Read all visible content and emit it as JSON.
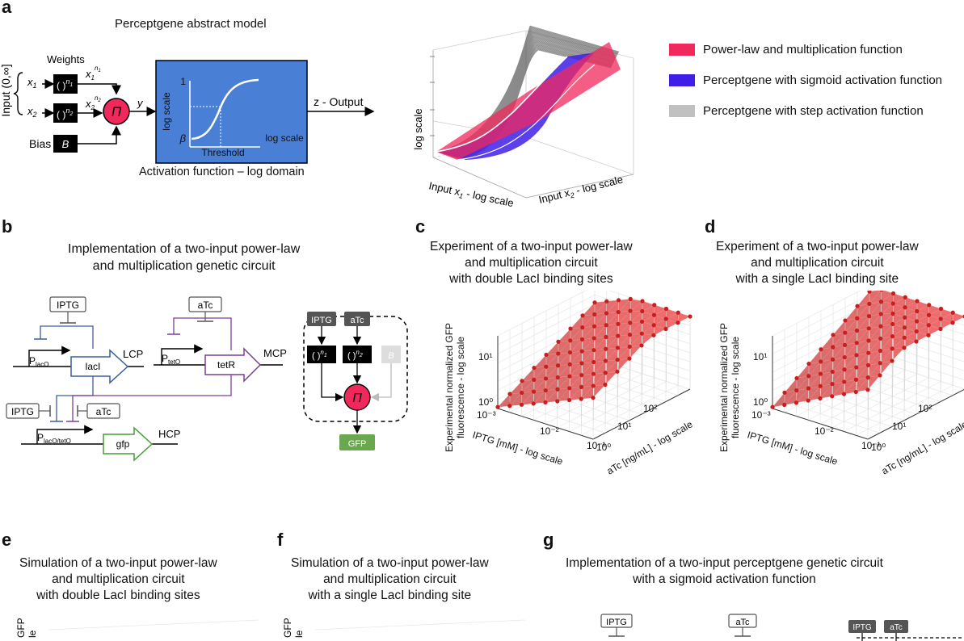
{
  "panels": {
    "a": {
      "label": "a",
      "title": "Perceptgene abstract model",
      "input_label": "Input (0,∞]",
      "weights_label": "Weights",
      "x1": "x",
      "x1_sub": "1",
      "x2": "x",
      "x2_sub": "2",
      "w1_base": "x",
      "w1_sub": "1",
      "w1_exp": "n",
      "w1_exp_sub": "1",
      "w2_base": "x",
      "w2_sub": "2",
      "w2_exp": "n",
      "w2_exp_sub": "2",
      "weight_box_1": "( )",
      "weight_box_1_exp": "n",
      "weight_box_1_sub": "1",
      "weight_box_2": "( )",
      "weight_box_2_exp": "n",
      "weight_box_2_sub": "2",
      "bias_label": "Bias",
      "bias_box": "B",
      "pi_symbol": "Π",
      "y_label": "y",
      "output_label": "z - Output",
      "act_y_top": "1",
      "act_y_axis": "log scale",
      "act_beta": "β",
      "act_threshold": "Threshold",
      "act_x_axis": "log scale",
      "act_caption": "Activation function – log domain",
      "plot_ylabel": "log scale",
      "plot_x1label": "Input x",
      "plot_x1sub": "1",
      "plot_x1rest": " - log scale",
      "plot_x2label": "Input x",
      "plot_x2sub": "2",
      "plot_x2rest": " - log scale",
      "legend": [
        {
          "label": "Power-law and multiplication function",
          "color": "#f0285c"
        },
        {
          "label": "Perceptgene with sigmoid activation function",
          "color": "#3f1ee8"
        },
        {
          "label": "Perceptgene with step activation function",
          "color": "#c0c0c0"
        }
      ]
    },
    "b": {
      "label": "b",
      "title_line1": "Implementation of a two-input power-law",
      "title_line2": "and multiplication genetic circuit",
      "iptg": "IPTG",
      "atc": "aTc",
      "placo": "P",
      "placo_sub": "lacO",
      "ptet": "P",
      "ptet_sub": "tetO",
      "placotet": "P",
      "placotet_sub": "lacO/tetO",
      "laci": "lacI",
      "tetr": "tetR",
      "gfp": "gfp",
      "lcp": "LCP",
      "mcp": "MCP",
      "hcp": "HCP",
      "box_iptg": "IPTG",
      "box_atc": "aTc",
      "box_w1": "( )",
      "box_w1_exp": "n",
      "box_w1_sub": "1",
      "box_w2": "( )",
      "box_w2_exp": "n",
      "box_w2_sub": "2",
      "box_b": "B",
      "box_pi": "Π",
      "box_gfp": "GFP"
    },
    "c": {
      "label": "c",
      "title_line1": "Experiment of a two-input power-law",
      "title_line2": "and multiplication circuit",
      "title_line3": "with double LacI binding sites",
      "zlabel_line1": "Experimental normalized GFP",
      "zlabel_line2": "fluorescence - log scale",
      "xlabel": "IPTG [mM] - log scale",
      "ylabel": "aTc [ng/mL] - log scale",
      "z_ticks": [
        "10¹",
        "10⁰"
      ],
      "x_ticks": [
        "10⁻³",
        "10⁻²",
        "10⁻¹"
      ],
      "y_ticks": [
        "10⁰",
        "10¹",
        "10²"
      ]
    },
    "d": {
      "label": "d",
      "title_line1": "Experiment of a two-input power-law",
      "title_line2": "and multiplication circuit",
      "title_line3": "with a single LacI binding site",
      "zlabel_line1": "Experimental normalized GFP",
      "zlabel_line2": "fluorescence - log scale",
      "xlabel": "IPTG [mM] - log scale",
      "ylabel": "aTc [ng/mL] - log scale",
      "z_ticks": [
        "10¹",
        "10⁰"
      ],
      "x_ticks": [
        "10⁻³",
        "10⁻²",
        "10⁻¹"
      ],
      "y_ticks": [
        "10⁰",
        "10¹",
        "10²"
      ]
    },
    "e": {
      "label": "e",
      "title_line1": "Simulation of a two-input power-law",
      "title_line2": "and multiplication circuit",
      "title_line3": "with double LacI binding sites",
      "zlabel_frag1": "GFP",
      "zlabel_frag2": "le"
    },
    "f": {
      "label": "f",
      "title_line1": "Simulation of a two-input power-law",
      "title_line2": "and multiplication circuit",
      "title_line3": "with a single LacI binding site",
      "zlabel_frag1": "GFP",
      "zlabel_frag2": "le"
    },
    "g": {
      "label": "g",
      "title_line1": "Implementation of a two-input perceptgene genetic circuit",
      "title_line2": "with a sigmoid activation function",
      "iptg": "IPTG",
      "atc": "aTc",
      "box_iptg": "IPTG",
      "box_atc": "aTc"
    }
  },
  "colors": {
    "pink": "#f0285c",
    "blue": "#3f1ee8",
    "grey": "#c0c0c0",
    "activation_bg": "#4a7fd6",
    "laci_line": "#3a5f9f",
    "tetr_line": "#7a3f93",
    "gfp_line": "#4a9b3a",
    "gfp_box": "#6aa84f",
    "surface_red": "#d23c3c"
  }
}
